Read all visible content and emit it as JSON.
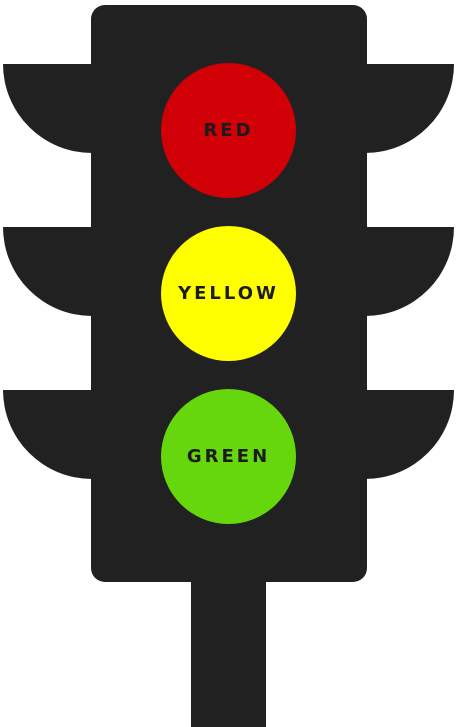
{
  "colors": {
    "body": "#212121",
    "red": "#d10006",
    "yellow": "#ffff00",
    "green": "#66d60d",
    "label": "#1b1b1b"
  },
  "lights": [
    {
      "label": "RED",
      "color": "#d10006"
    },
    {
      "label": "YELLOW",
      "color": "#ffff00"
    },
    {
      "label": "GREEN",
      "color": "#66d60d"
    }
  ]
}
